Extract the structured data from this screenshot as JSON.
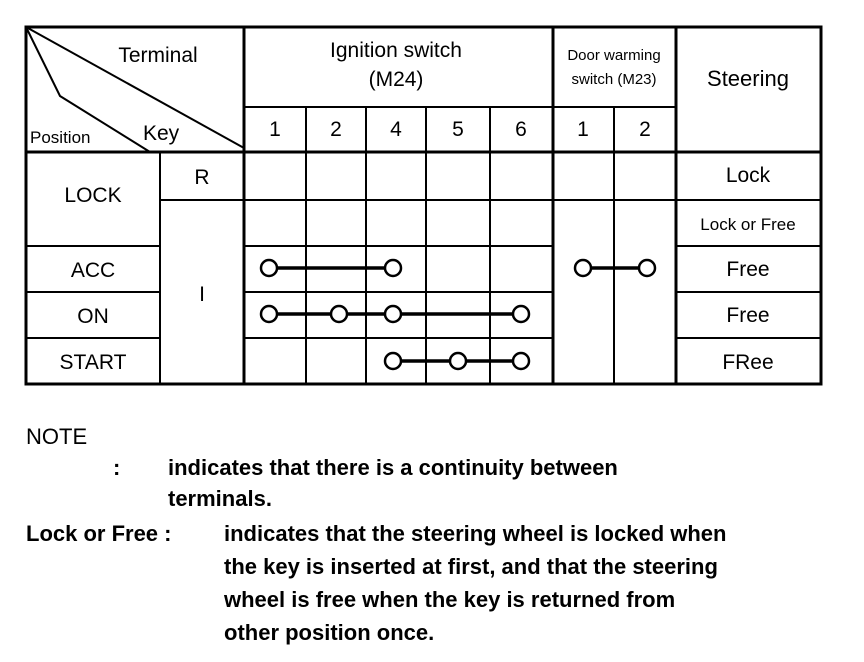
{
  "table": {
    "corner": {
      "terminal": "Terminal",
      "position": "Position",
      "key": "Key"
    },
    "groups": [
      {
        "label_line1": "Ignition switch",
        "label_line2": "(M24)"
      },
      {
        "label_line1": "Door warming",
        "label_line2": "switch (M23)"
      }
    ],
    "steering_header": "Steering",
    "terminal_numbers": [
      "1",
      "2",
      "4",
      "5",
      "6",
      "1",
      "2"
    ],
    "positions": [
      "LOCK",
      "ACC",
      "ON",
      "START"
    ],
    "keys": [
      "R",
      "I"
    ],
    "steering": [
      "Lock",
      "Lock or Free",
      "Free",
      "Free",
      "FRee"
    ]
  },
  "continuity": [
    {
      "row": "ACC",
      "terminals": [
        "ign-1",
        "ign-4"
      ]
    },
    {
      "row": "ACC",
      "terminals": [
        "door-1",
        "door-2"
      ]
    },
    {
      "row": "ON",
      "terminals": [
        "ign-1",
        "ign-2",
        "ign-4",
        "ign-6"
      ]
    },
    {
      "row": "START",
      "terminals": [
        "ign-4",
        "ign-5",
        "ign-6"
      ]
    }
  ],
  "note": {
    "heading": "NOTE",
    "symbol_colon": ":",
    "continuity_text_line1": "indicates that there is a continuity between",
    "continuity_text_line2": "terminals.",
    "lock_free_term": "Lock or Free :",
    "lock_free_lines": [
      "indicates that the steering wheel is locked when",
      "the key is inserted at first, and that the steering",
      "wheel is free when the key is returned from",
      "other position once."
    ]
  }
}
